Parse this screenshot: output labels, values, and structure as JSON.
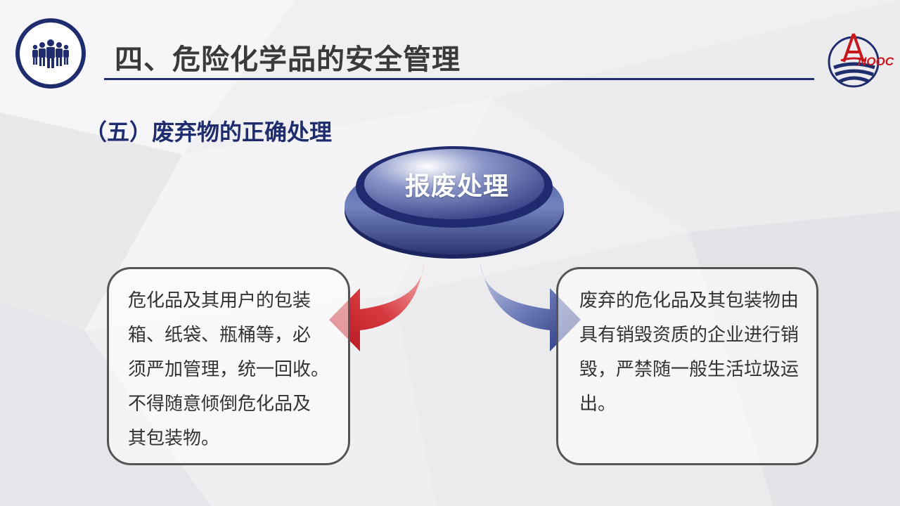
{
  "header": {
    "title": "四、危险化学品的安全管理",
    "people_icon": "team-icon",
    "brand_logo": "cnooc-logo",
    "brand_logo_text": "NOOC",
    "accent_color": "#1f2d6e"
  },
  "subtitle": "（五）废弃物的正确处理",
  "center": {
    "label": "报废处理"
  },
  "left_box": {
    "lines": [
      "危化品及其用户的包装",
      "箱、纸袋、瓶桶等，必",
      "须严加管理，统一回收。",
      "不得随意倾倒危化品及",
      "其包装物。"
    ],
    "arrow_color": "#c8161d"
  },
  "right_box": {
    "lines": [
      "废弃的危化品及其包装物由",
      "具有销毁资质的企业进行销",
      "毁，严禁随一般生活垃圾运",
      "出。"
    ],
    "arrow_color": "#2c3d8a"
  }
}
